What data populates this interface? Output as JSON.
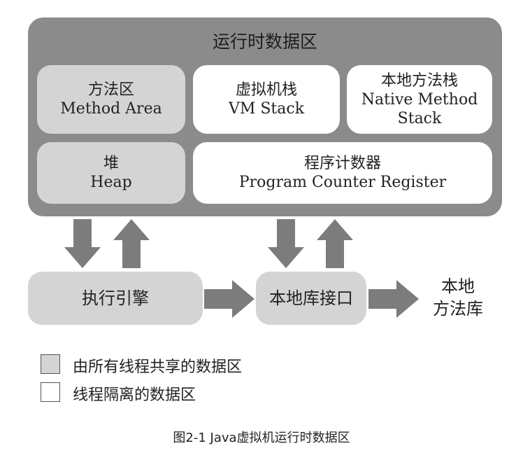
{
  "runtime_area": {
    "title": "运行时数据区",
    "method_area": {
      "zh": "方法区",
      "en": "Method Area"
    },
    "vm_stack": {
      "zh": "虚拟机栈",
      "en": "VM Stack"
    },
    "native_stack": {
      "zh": "本地方法栈",
      "en_line1": "Native Method",
      "en_line2": "Stack"
    },
    "heap": {
      "zh": "堆",
      "en": "Heap"
    },
    "pc_register": {
      "zh": "程序计数器",
      "en": "Program Counter Register"
    }
  },
  "execution_engine": "执行引擎",
  "native_interface": "本地库接口",
  "native_library": {
    "line1": "本地",
    "line2": "方法库"
  },
  "legend": {
    "shared": "由所有线程共享的数据区",
    "private": "线程隔离的数据区"
  },
  "caption": "图2-1 Java虚拟机运行时数据区",
  "colors": {
    "outer": "#8b8b8b",
    "shared": "#d4d4d4",
    "private": "#ffffff",
    "arrow": "#7c7c7c"
  }
}
